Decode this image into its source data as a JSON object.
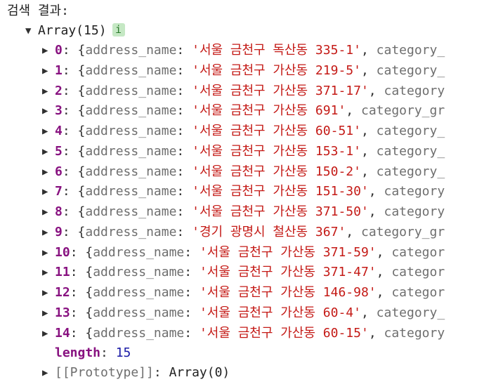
{
  "console": {
    "label": "검색 결과:",
    "array_type": "Array(15)",
    "info_badge": "i",
    "items": [
      {
        "index": "0",
        "address": "'서울 금천구 독산동 335-1'",
        "next_key": "category_"
      },
      {
        "index": "1",
        "address": "'서울 금천구 가산동 219-5'",
        "next_key": "category_"
      },
      {
        "index": "2",
        "address": "'서울 금천구 가산동 371-17'",
        "next_key": "category"
      },
      {
        "index": "3",
        "address": "'서울 금천구 가산동 691'",
        "next_key": "category_gr"
      },
      {
        "index": "4",
        "address": "'서울 금천구 가산동 60-51'",
        "next_key": "category_"
      },
      {
        "index": "5",
        "address": "'서울 금천구 가산동 153-1'",
        "next_key": "category_"
      },
      {
        "index": "6",
        "address": "'서울 금천구 가산동 150-2'",
        "next_key": "category_"
      },
      {
        "index": "7",
        "address": "'서울 금천구 가산동 151-30'",
        "next_key": "category"
      },
      {
        "index": "8",
        "address": "'서울 금천구 가산동 371-50'",
        "next_key": "category"
      },
      {
        "index": "9",
        "address": "'경기 광명시 철산동 367'",
        "next_key": "category_gr"
      },
      {
        "index": "10",
        "address": "'서울 금천구 가산동 371-59'",
        "next_key": "categor"
      },
      {
        "index": "11",
        "address": "'서울 금천구 가산동 371-47'",
        "next_key": "categor"
      },
      {
        "index": "12",
        "address": "'서울 금천구 가산동 146-98'",
        "next_key": "categor"
      },
      {
        "index": "13",
        "address": "'서울 금천구 가산동 60-4'",
        "next_key": "category_"
      },
      {
        "index": "14",
        "address": "'서울 금천구 가산동 60-15'",
        "next_key": "category"
      }
    ],
    "object_open": "{",
    "key_name": "address_name",
    "length_key": "length",
    "length_value": "15",
    "prototype_key": "[[Prototype]]",
    "prototype_value": "Array(0)"
  }
}
